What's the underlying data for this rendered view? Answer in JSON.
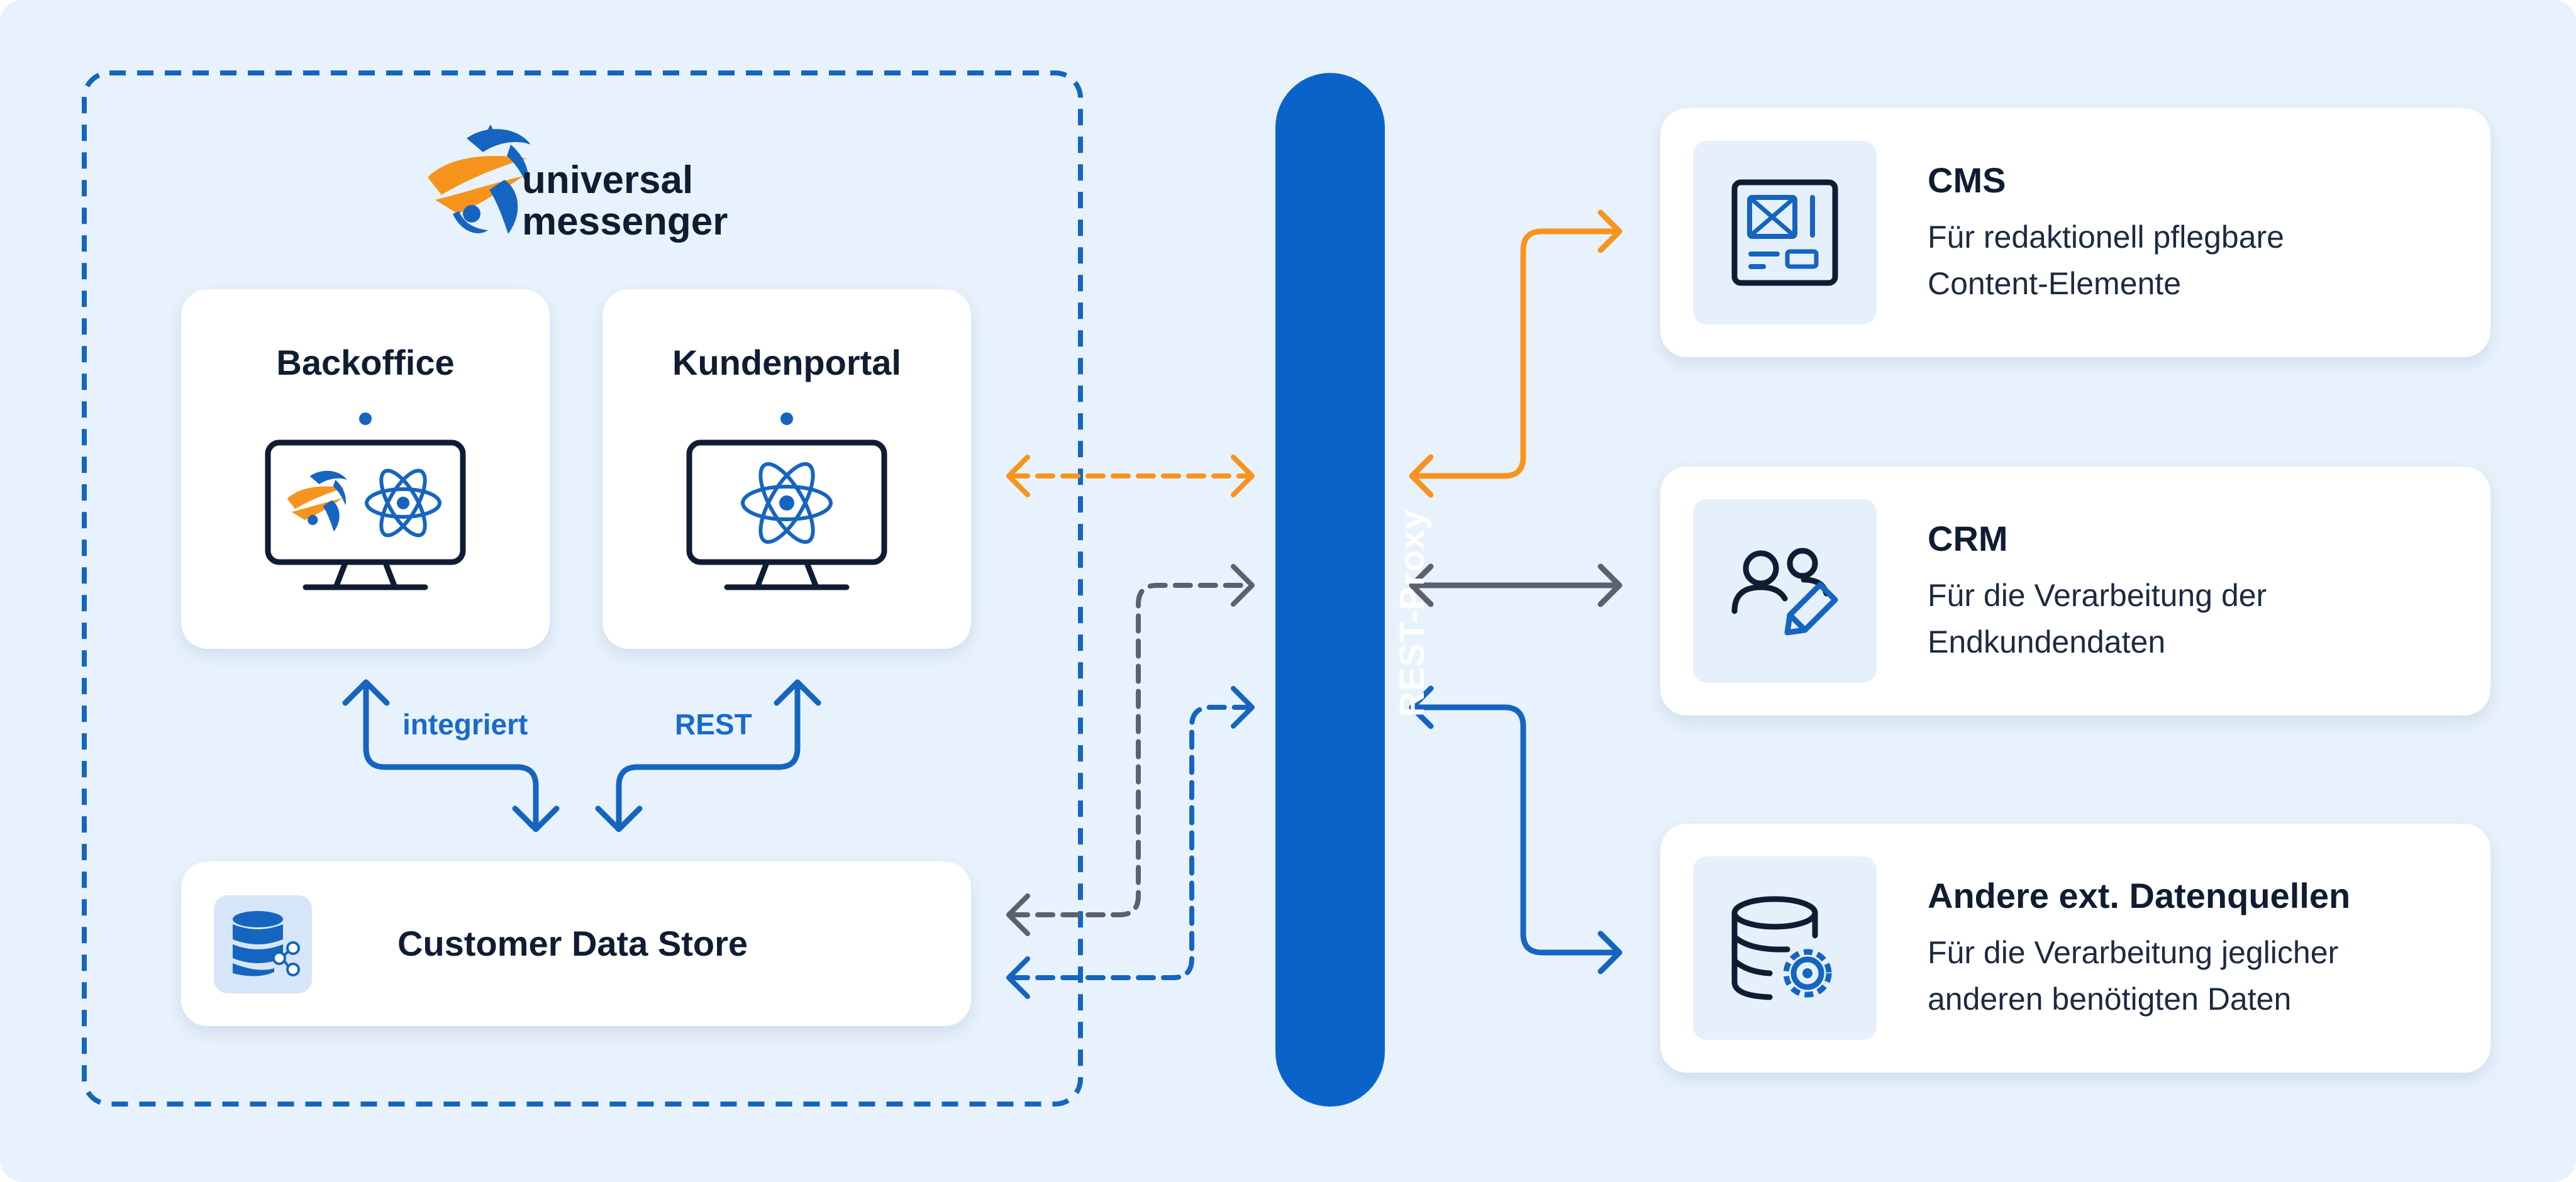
{
  "logo": {
    "line1": "universal",
    "line2": "messenger"
  },
  "apps": {
    "backoffice": {
      "title": "Backoffice"
    },
    "kundenportal": {
      "title": "Kundenportal"
    }
  },
  "connections": {
    "integrated_label": "integriert",
    "rest_label": "REST"
  },
  "data_store": {
    "title": "Customer Data Store"
  },
  "proxy": {
    "label": "REST-Proxy"
  },
  "services": [
    {
      "title": "CMS",
      "line1": "Für redaktionell pflegbare",
      "line2": "Content-Elemente"
    },
    {
      "title": "CRM",
      "line1": "Für die Verarbeitung der",
      "line2": "Endkundendaten"
    },
    {
      "title": "Andere ext. Datenquellen",
      "line1": "Für die Verarbeitung jeglicher",
      "line2": "anderen benötigten Daten"
    }
  ],
  "colors": {
    "background": "#e8f2fc",
    "accent_blue": "#1565c0",
    "proxy_blue": "#0b63c9",
    "orange": "#f7941d",
    "gray": "#5a6270",
    "text_dark": "#0f1d33"
  }
}
